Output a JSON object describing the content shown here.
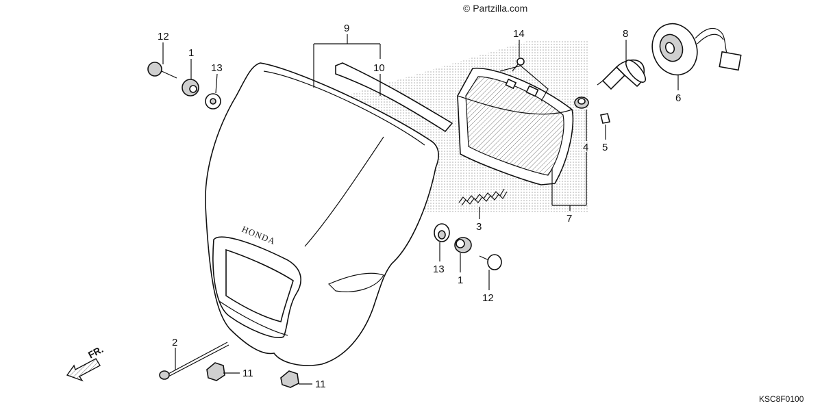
{
  "watermark": "© Partzilla.com",
  "diagram_code": "KSC8F0100",
  "front_arrow_label": "FR.",
  "emblem_text": "HONDA",
  "callouts": [
    {
      "id": "c12a",
      "name": "callout-12-top-left",
      "text": "12"
    },
    {
      "id": "c1a",
      "name": "callout-1-top-left",
      "text": "1"
    },
    {
      "id": "c13a",
      "name": "callout-13-top-left",
      "text": "13"
    },
    {
      "id": "c9",
      "name": "callout-9",
      "text": "9"
    },
    {
      "id": "c10",
      "name": "callout-10",
      "text": "10"
    },
    {
      "id": "c14",
      "name": "callout-14",
      "text": "14"
    },
    {
      "id": "c8",
      "name": "callout-8",
      "text": "8"
    },
    {
      "id": "c6",
      "name": "callout-6",
      "text": "6"
    },
    {
      "id": "c4",
      "name": "callout-4",
      "text": "4"
    },
    {
      "id": "c5",
      "name": "callout-5",
      "text": "5"
    },
    {
      "id": "c7",
      "name": "callout-7",
      "text": "7"
    },
    {
      "id": "c3",
      "name": "callout-3",
      "text": "3"
    },
    {
      "id": "c13b",
      "name": "callout-13-right",
      "text": "13"
    },
    {
      "id": "c1b",
      "name": "callout-1-right",
      "text": "1"
    },
    {
      "id": "c12b",
      "name": "callout-12-right",
      "text": "12"
    },
    {
      "id": "c2",
      "name": "callout-2",
      "text": "2"
    },
    {
      "id": "c11a",
      "name": "callout-11-left",
      "text": "11"
    },
    {
      "id": "c11b",
      "name": "callout-11-right",
      "text": "11"
    }
  ]
}
